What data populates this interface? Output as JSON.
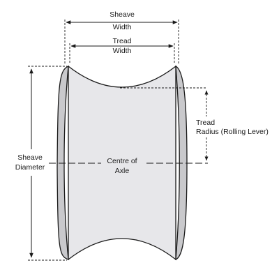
{
  "labels": {
    "sheave_width": [
      "Sheave",
      "Width"
    ],
    "tread_width": [
      "Tread",
      "Width"
    ],
    "tread_radius": [
      "Tread",
      "Radius (Rolling Lever)"
    ],
    "sheave_diameter": [
      "Sheave",
      "Diameter"
    ],
    "centre_of_axle": [
      "Centre of",
      "Axle"
    ]
  },
  "colors": {
    "body_fill": "#e7e7ea",
    "rim_fill": "#c9c9cc",
    "stroke": "#1a1a1a"
  }
}
